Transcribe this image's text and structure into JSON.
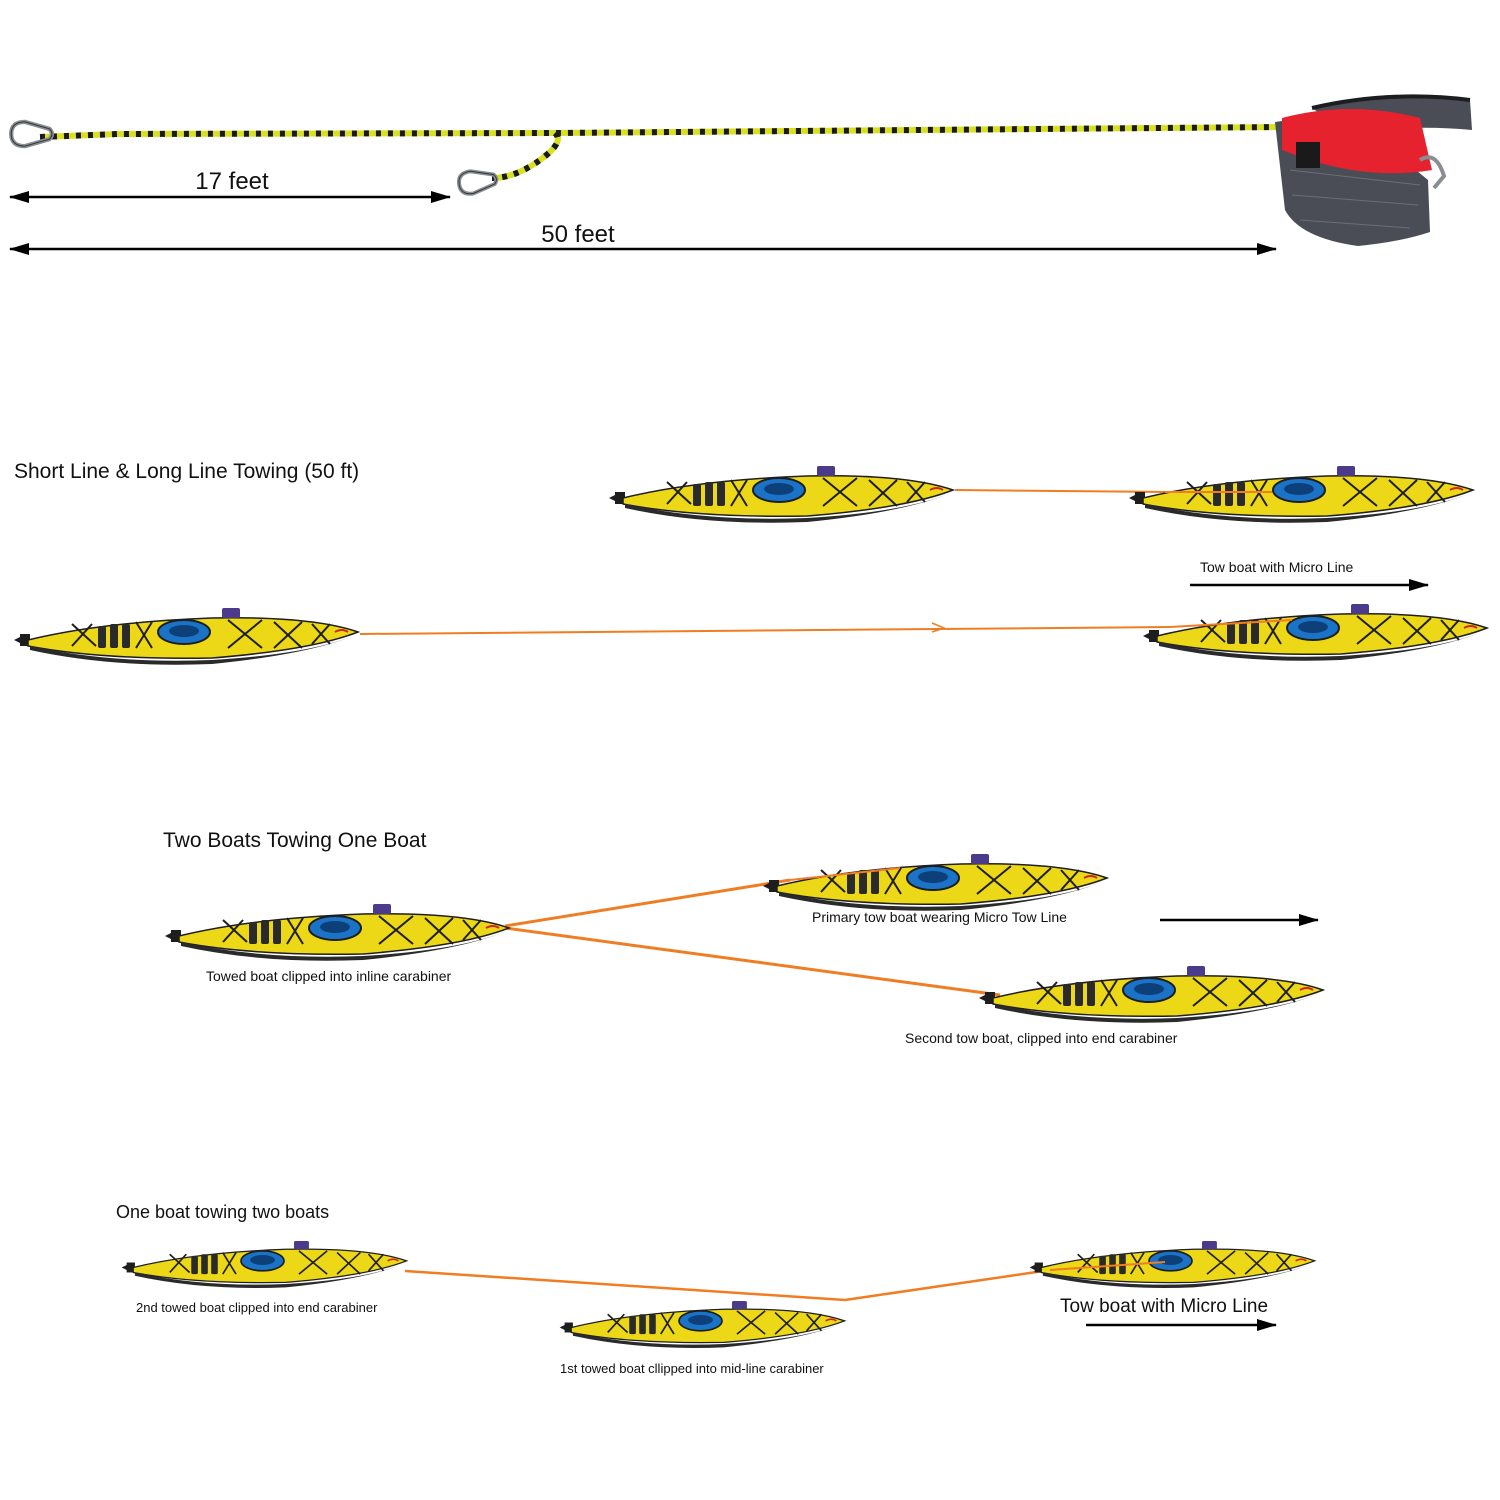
{
  "colors": {
    "rope_yellow": "#d8e021",
    "rope_dark": "#1a1a1a",
    "tow_line": "#f07d22",
    "kayak_hull": "#ecd817",
    "kayak_dark": "#1e1e1e",
    "cockpit_blue": "#1b73c8",
    "belt_red": "#e5222e",
    "belt_grey": "#4a4d55",
    "arrow": "#000000"
  },
  "header": {
    "short_length_label": "17 feet",
    "long_length_label": "50 feet"
  },
  "sections": {
    "long_line": {
      "title": "Short Line & Long Line Towing (50 ft)",
      "tow_caption": "Tow boat with Micro Line"
    },
    "two_boats": {
      "title": "Two Boats Towing One Boat",
      "towed_caption": "Towed boat clipped into inline carabiner",
      "primary_caption": "Primary tow boat wearing Micro Tow Line",
      "second_caption": "Second tow boat, clipped into end carabiner"
    },
    "one_boat": {
      "title": "One boat towing two boats",
      "second_towed_caption": "2nd towed boat clipped into end carabiner",
      "first_towed_caption": "1st towed boat cllipped into mid-line carabiner",
      "tow_caption": "Tow boat with Micro Line"
    }
  }
}
